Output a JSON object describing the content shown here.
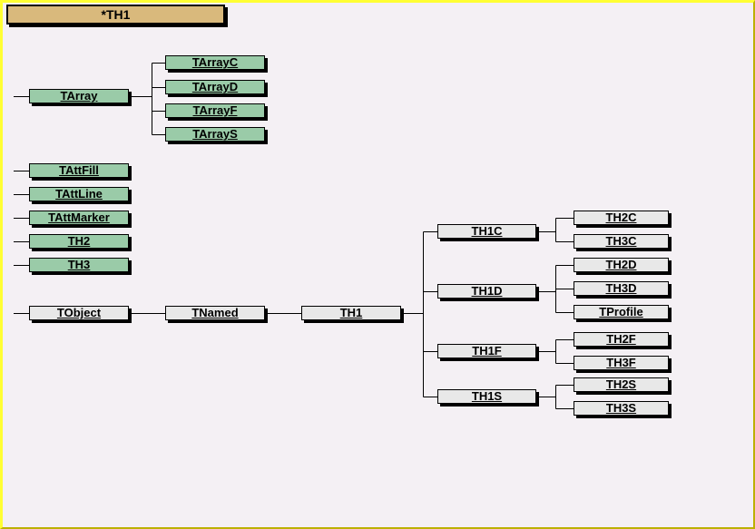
{
  "title": "*TH1",
  "nodes": [
    {
      "id": "TArray",
      "label": "TArray",
      "variant": "green"
    },
    {
      "id": "TArrayC",
      "label": "TArrayC",
      "variant": "green"
    },
    {
      "id": "TArrayD",
      "label": "TArrayD",
      "variant": "green"
    },
    {
      "id": "TArrayF",
      "label": "TArrayF",
      "variant": "green"
    },
    {
      "id": "TArrayS",
      "label": "TArrayS",
      "variant": "green"
    },
    {
      "id": "TAttFill",
      "label": "TAttFill",
      "variant": "green"
    },
    {
      "id": "TAttLine",
      "label": "TAttLine",
      "variant": "green"
    },
    {
      "id": "TAttMarker",
      "label": "TAttMarker",
      "variant": "green"
    },
    {
      "id": "TH2",
      "label": "TH2",
      "variant": "green"
    },
    {
      "id": "TH3",
      "label": "TH3",
      "variant": "green"
    },
    {
      "id": "TObject",
      "label": "TObject",
      "variant": "gray"
    },
    {
      "id": "TNamed",
      "label": "TNamed",
      "variant": "gray"
    },
    {
      "id": "TH1",
      "label": "TH1",
      "variant": "gray"
    },
    {
      "id": "TH1C",
      "label": "TH1C",
      "variant": "gray"
    },
    {
      "id": "TH1D",
      "label": "TH1D",
      "variant": "gray"
    },
    {
      "id": "TH1F",
      "label": "TH1F",
      "variant": "gray"
    },
    {
      "id": "TH1S",
      "label": "TH1S",
      "variant": "gray"
    },
    {
      "id": "TH2C",
      "label": "TH2C",
      "variant": "gray"
    },
    {
      "id": "TH3C",
      "label": "TH3C",
      "variant": "gray"
    },
    {
      "id": "TH2D",
      "label": "TH2D",
      "variant": "gray"
    },
    {
      "id": "TH3D",
      "label": "TH3D",
      "variant": "gray"
    },
    {
      "id": "TProfile",
      "label": "TProfile",
      "variant": "gray"
    },
    {
      "id": "TH2F",
      "label": "TH2F",
      "variant": "gray"
    },
    {
      "id": "TH3F",
      "label": "TH3F",
      "variant": "gray"
    },
    {
      "id": "TH2S",
      "label": "TH2S",
      "variant": "gray"
    },
    {
      "id": "TH3S",
      "label": "TH3S",
      "variant": "gray"
    }
  ],
  "edges": [
    {
      "from": "TArray",
      "to": "TArrayC"
    },
    {
      "from": "TArray",
      "to": "TArrayD"
    },
    {
      "from": "TArray",
      "to": "TArrayF"
    },
    {
      "from": "TArray",
      "to": "TArrayS"
    },
    {
      "from": "TObject",
      "to": "TNamed"
    },
    {
      "from": "TNamed",
      "to": "TH1"
    },
    {
      "from": "TH1",
      "to": "TH1C"
    },
    {
      "from": "TH1",
      "to": "TH1D"
    },
    {
      "from": "TH1",
      "to": "TH1F"
    },
    {
      "from": "TH1",
      "to": "TH1S"
    },
    {
      "from": "TH1C",
      "to": "TH2C"
    },
    {
      "from": "TH1C",
      "to": "TH3C"
    },
    {
      "from": "TH1D",
      "to": "TH2D"
    },
    {
      "from": "TH1D",
      "to": "TH3D"
    },
    {
      "from": "TH1D",
      "to": "TProfile"
    },
    {
      "from": "TH1F",
      "to": "TH2F"
    },
    {
      "from": "TH1F",
      "to": "TH3F"
    },
    {
      "from": "TH1S",
      "to": "TH2S"
    },
    {
      "from": "TH1S",
      "to": "TH3S"
    }
  ],
  "colors": {
    "background": "#F4F0F4",
    "border_light": "#FFFF33",
    "border_dark": "#BCB000",
    "box_green": "#9ACBA8",
    "box_gray": "#E8E8E8",
    "title_bg": "#D9B97C",
    "line": "#000000",
    "text": "#000000",
    "shadow": "#000000"
  }
}
